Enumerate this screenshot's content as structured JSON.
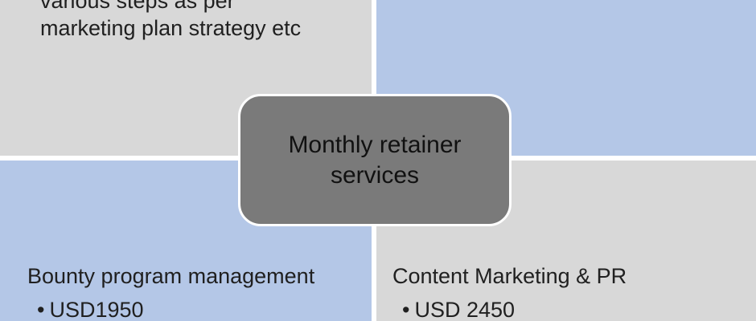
{
  "center": {
    "label": "Monthly retainer services"
  },
  "top_left": {
    "lines": [
      "various steps as per",
      "marketing plan strategy etc"
    ]
  },
  "top_right": {},
  "bottom_left": {
    "heading": "Bounty program management",
    "bullet": "USD1950"
  },
  "bottom_right": {
    "heading": "Content Marketing & PR",
    "bullet": "USD 2450"
  },
  "colors": {
    "gray_quadrant": "#d8d8d8",
    "blue_quadrant": "#b4c7e7",
    "center_box": "#7a7a7a",
    "text": "#202020"
  }
}
